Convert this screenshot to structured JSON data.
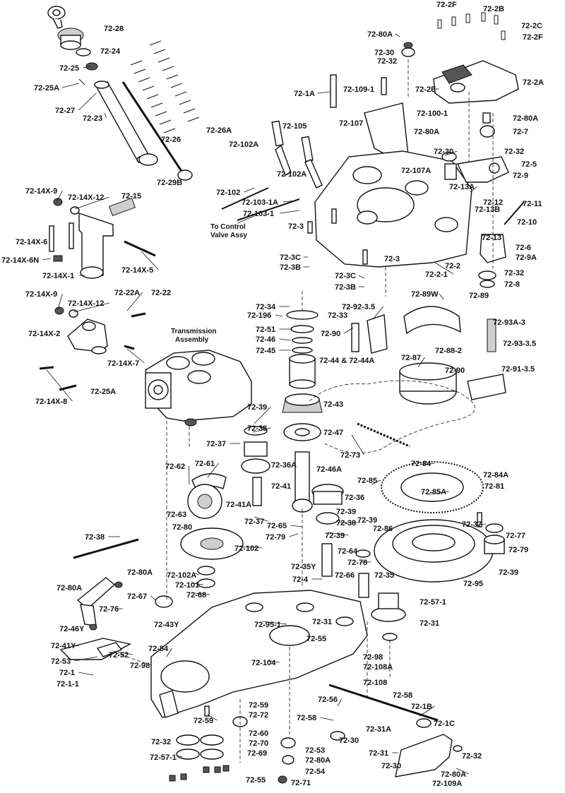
{
  "notes": {
    "control_valve": [
      "To Control",
      "Valve Assy"
    ],
    "transmission": [
      "Transmission",
      "Assembly"
    ]
  },
  "labels": [
    "72-28",
    "72-24",
    "72-25",
    "72-25A",
    "72-27",
    "72-23",
    "72-26",
    "72-26A",
    "72-29B",
    "72-14X-9",
    "72-14X-12",
    "72-15",
    "72-14X-6",
    "72-14X-6N",
    "72-14X-1",
    "72-14X-5",
    "72-14X-9",
    "72-14X-12",
    "72-22A",
    "72-22",
    "72-14X-2",
    "72-14X-7",
    "72-14X-8",
    "72-25A",
    "72-2F",
    "72-2B",
    "72-2C",
    "72-2F",
    "72-80A",
    "72-30",
    "72-32",
    "72-2E",
    "72-2A",
    "72-1A",
    "72-109-1",
    "72-100-1",
    "72-107",
    "72-80A",
    "72-7",
    "72-80A",
    "72-105",
    "72-102A",
    "72-102A",
    "72-30",
    "72-32",
    "72-107A",
    "72-5",
    "72-9",
    "72-13A",
    "72-102",
    "72-103-1A",
    "72-103-1",
    "72-12",
    "72-11",
    "72-13B",
    "72-10",
    "72-3",
    "72-13",
    "72-6",
    "72-9A",
    "72-3C",
    "72-3",
    "72-3B",
    "72-2-1",
    "72-2",
    "72-32",
    "72-3C",
    "72-3B",
    "72-8",
    "72-89W",
    "72-89",
    "72-34",
    "72-196",
    "72-33",
    "72-92-3.5",
    "72-93A-3",
    "72-51",
    "72-90",
    "72-46",
    "72-45",
    "72-88-2",
    "72-93-3.5",
    "72-44 & 72-44A",
    "72-87",
    "72-90",
    "72-91-3.5",
    "72-39",
    "72-43",
    "72-38",
    "72-47",
    "72-37",
    "72-73",
    "72-62",
    "72-61",
    "72-36A",
    "72-84",
    "72-84A",
    "72-46A",
    "72-85",
    "72-41",
    "72-81",
    "72-85A",
    "72-41A",
    "72-36",
    "72-63",
    "72-39",
    "72-37",
    "72-39",
    "72-80",
    "72-65",
    "72-38",
    "72-37",
    "72-86",
    "72-79",
    "72-39",
    "72-38",
    "72-102",
    "72-64",
    "72-77",
    "72-79",
    "72-78",
    "72-35Y",
    "72-35",
    "72-80A",
    "72-102A",
    "72-66",
    "72-4",
    "72-39",
    "72-80A",
    "72-101",
    "72-67",
    "72-68",
    "72-95",
    "72-76",
    "72-57-1",
    "72-43Y",
    "72-95-1",
    "72-31",
    "72-31",
    "72-46Y",
    "72-55",
    "72-41Y",
    "72-52",
    "72-54",
    "72-98",
    "72-53",
    "72-104",
    "72-98",
    "72-1",
    "72-108A",
    "72-1-1",
    "72-108",
    "72-58",
    "72-56",
    "72-59",
    "72-1B",
    "72-59",
    "72-72",
    "72-1C",
    "72-58",
    "72-31A",
    "72-60",
    "72-32",
    "72-70",
    "72-30",
    "72-31",
    "72-53",
    "72-32",
    "72-57-1",
    "72-69",
    "72-80A",
    "72-30",
    "72-54",
    "72-80A",
    "72-55",
    "72-71",
    "72-109A",
    "72-52"
  ]
}
